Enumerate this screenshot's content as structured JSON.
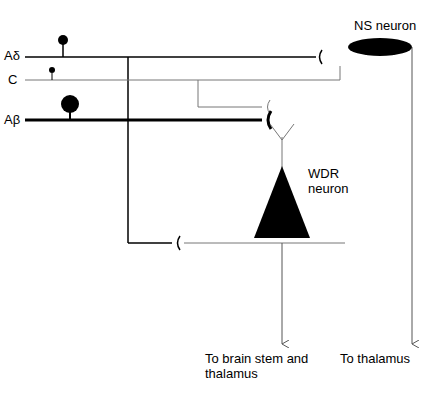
{
  "diagram": {
    "nodes": [
      {
        "text": [
          "NS neuron"
        ]
      },
      {
        "text": [
          "WDR neuron"
        ]
      }
    ],
    "labels": [
      "Aδ",
      "C",
      "Aβ",
      "To brain stem and thalamus",
      "To thalamus"
    ]
  }
}
